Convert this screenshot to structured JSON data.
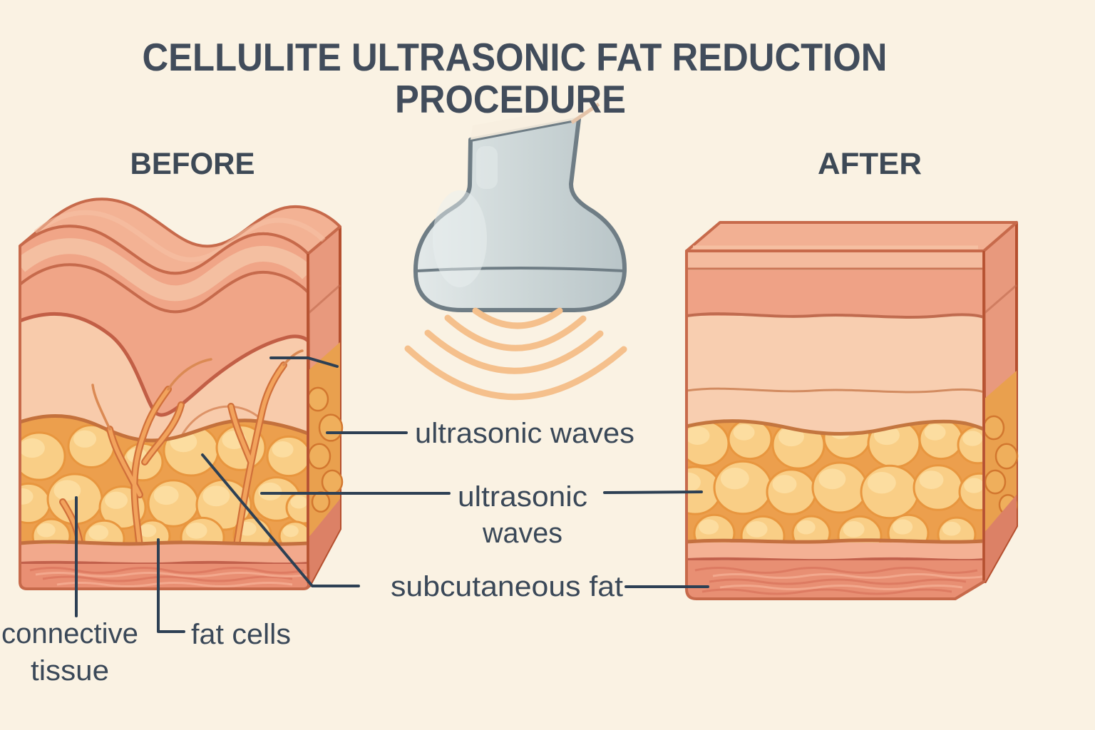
{
  "title": {
    "line1": "CELLULITE ULTRASONIC FAT REDUCTION",
    "line2": "PROCEDURE"
  },
  "sections": {
    "before": "BEFORE",
    "after": "AFTER"
  },
  "annotations": {
    "ultrasonic_waves_upper": "ultrasonic waves",
    "ultrasonic_waves_center": {
      "line1": "ultrasonic",
      "line2": "waves"
    },
    "subcutaneous_fat": "subcutaneous fat",
    "connective_tissue": {
      "line1": "connective",
      "line2": "tissue"
    },
    "fat_cells": "fat cells"
  },
  "icons": {
    "device": "ultrasound-transducer-icon",
    "waves": "ultrasonic-wave-arcs-icon"
  },
  "colors": {
    "background": "#FAF2E3",
    "heading_text": "#414C5B",
    "label_text": "#3A4858",
    "leader_line": "#2D4054",
    "skin_salmon": "#F0A587",
    "epidermis_highlight": "#F5C3A6",
    "dermis_peach": "#F8CBAB",
    "fat_yellow": "#F9CE86",
    "fat_gap_orange": "#EC9F4D",
    "connective_strand": "#F2A35C",
    "muscle_salmon": "#E88F73",
    "membrane_pink": "#F2A98C",
    "block_outline": "#C76A4B",
    "device_gray": "#C9D3D4",
    "device_outline": "#6F7D85",
    "wave_orange": "#F5C08C"
  }
}
